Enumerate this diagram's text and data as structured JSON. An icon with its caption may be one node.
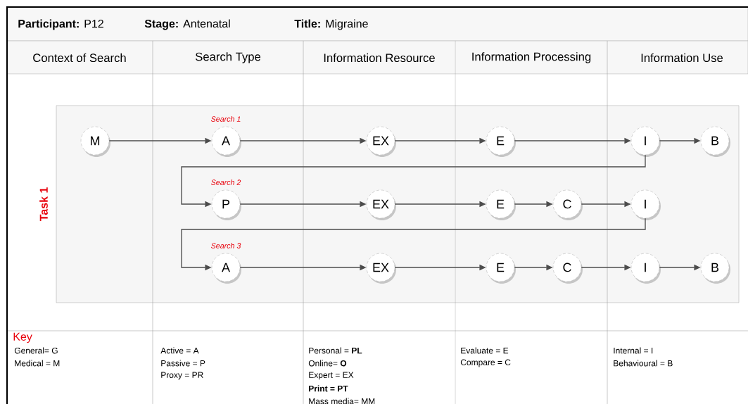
{
  "diagram": {
    "nodes": [
      {
        "text": [
          "Task 1"
        ]
      },
      {
        "text": [
          "M"
        ],
        "in": 0
      },
      {
        "text": [
          "A"
        ],
        "in": 0,
        "beside": [
          "Search 1"
        ]
      },
      {
        "text": [
          "EX"
        ],
        "in": 0
      },
      {
        "text": [
          "E"
        ],
        "in": 0
      },
      {
        "text": [
          "I"
        ],
        "in": 0
      },
      {
        "text": [
          "B"
        ],
        "in": 0
      },
      {
        "text": [
          "P"
        ],
        "in": 0,
        "beside": [
          "Search 2"
        ]
      },
      {
        "text": [
          "EX"
        ],
        "in": 0
      },
      {
        "text": [
          "E"
        ],
        "in": 0
      },
      {
        "text": [
          "C"
        ],
        "in": 0
      },
      {
        "text": [
          "I"
        ],
        "in": 0
      },
      {
        "text": [
          "A"
        ],
        "in": 0,
        "beside": [
          "Search 3"
        ]
      },
      {
        "text": [
          "EX"
        ],
        "in": 0
      },
      {
        "text": [
          "E"
        ],
        "in": 0
      },
      {
        "text": [
          "C"
        ],
        "in": 0
      },
      {
        "text": [
          "I"
        ],
        "in": 0
      },
      {
        "text": [
          "B"
        ],
        "in": 0
      }
    ],
    "edges": [
      {
        "from": 1,
        "to": 2,
        "arrow": "to"
      },
      {
        "from": 2,
        "to": 3,
        "arrow": "to"
      },
      {
        "from": 3,
        "to": 4,
        "arrow": "to"
      },
      {
        "from": 4,
        "to": 5,
        "arrow": "to"
      },
      {
        "from": 5,
        "to": 6,
        "arrow": "to"
      },
      {
        "from": 5,
        "to": 7,
        "arrow": "to"
      },
      {
        "from": 7,
        "to": 8,
        "arrow": "to"
      },
      {
        "from": 8,
        "to": 9,
        "arrow": "to"
      },
      {
        "from": 9,
        "to": 10,
        "arrow": "to"
      },
      {
        "from": 10,
        "to": 11,
        "arrow": "to"
      },
      {
        "from": 11,
        "to": 12,
        "arrow": "to"
      },
      {
        "from": 12,
        "to": 13,
        "arrow": "to"
      },
      {
        "from": 13,
        "to": 14,
        "arrow": "to"
      },
      {
        "from": 14,
        "to": 15,
        "arrow": "to"
      },
      {
        "from": 15,
        "to": 16,
        "arrow": "to"
      },
      {
        "from": 16,
        "to": 17,
        "arrow": "to"
      }
    ],
    "labels": [
      "**Participant:** P12",
      "**Stage:** Antenatal",
      "**Title:** Migraine",
      "Context of Search",
      "Search Type",
      "Information Resource",
      "Information Processing",
      "Information Use",
      "Key",
      "General= G",
      "Medical = M",
      "Active = A",
      "Passive = P",
      "Proxy = PR",
      "Personal = **PL**",
      "Online= **O**",
      "Expert = EX",
      "**Print = PT**",
      "Mass media= MM",
      "Evaluate = E",
      "Compare = C",
      "Internal = I",
      "Behavioural = B"
    ]
  }
}
